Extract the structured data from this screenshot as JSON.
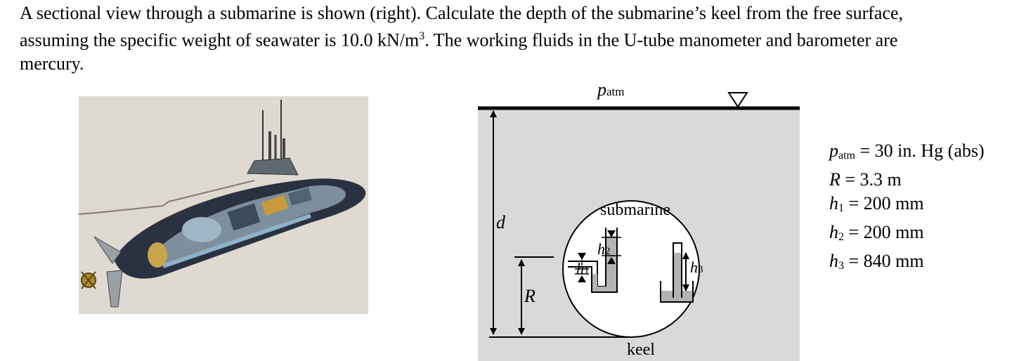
{
  "problem": {
    "text_1": "A sectional view through a submarine is shown (right).  Calculate the depth of the submarine’s keel from the free surface, assuming the specific weight of seawater is 10.0 kN/m",
    "superscript": "3",
    "text_2": ".  The working fluids in the U-tube manometer and barometer are mercury."
  },
  "diagram": {
    "patm_symbol": "p",
    "patm_subscript": "atm",
    "label_d": "d",
    "label_R": "R",
    "label_submarine": "submarine",
    "label_keel": "keel",
    "h1_symbol": "h",
    "h1_index": "1",
    "h2_symbol": "h",
    "h2_index": "2",
    "h3_symbol": "h",
    "h3_index": "3"
  },
  "givens": {
    "patm": {
      "symbol": "p",
      "subscript": "atm",
      "value": "= 30 in. Hg (abs)"
    },
    "R": {
      "symbol": "R",
      "value": "= 3.3 m"
    },
    "h1": {
      "symbol": "h",
      "subscript": "1",
      "value": "= 200 mm"
    },
    "h2": {
      "symbol": "h",
      "subscript": "2",
      "value": "= 200 mm"
    },
    "h3": {
      "symbol": "h",
      "subscript": "3",
      "value": "= 840 mm"
    }
  },
  "colors": {
    "water": "#d9d9d9",
    "mercury": "#b3b3b3",
    "photo_bg": "#dedad2",
    "hull": "#2a3140"
  }
}
